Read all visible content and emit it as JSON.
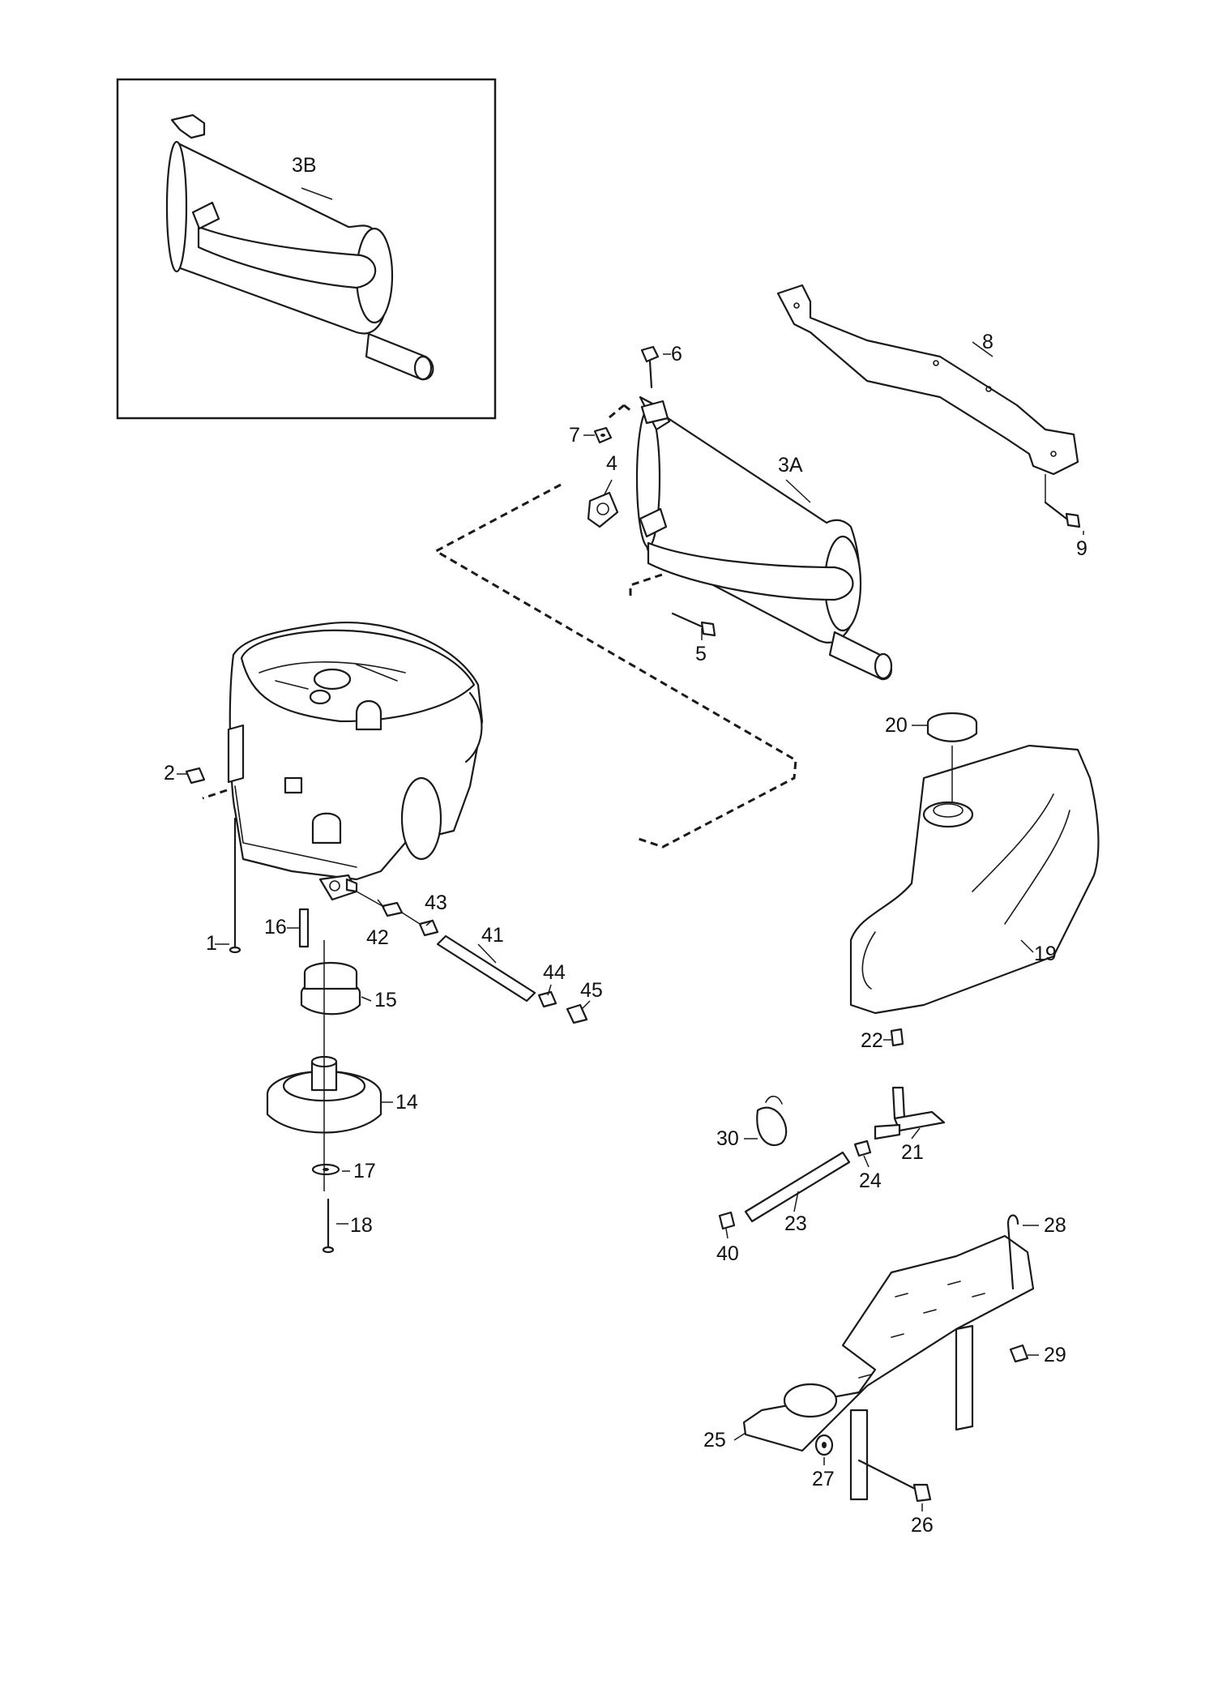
{
  "callouts": {
    "p1": "1",
    "p2": "2",
    "p3a": "3A",
    "p3b": "3B",
    "p4": "4",
    "p5": "5",
    "p6": "6",
    "p7": "7",
    "p8": "8",
    "p9": "9",
    "p14": "14",
    "p15": "15",
    "p16": "16",
    "p17": "17",
    "p18": "18",
    "p19": "19",
    "p20": "20",
    "p21": "21",
    "p22": "22",
    "p23": "23",
    "p24": "24",
    "p25": "25",
    "p26": "26",
    "p27": "27",
    "p28": "28",
    "p29": "29",
    "p30": "30",
    "p40": "40",
    "p41": "41",
    "p42": "42",
    "p43": "43",
    "p44": "44",
    "p45": "45"
  }
}
